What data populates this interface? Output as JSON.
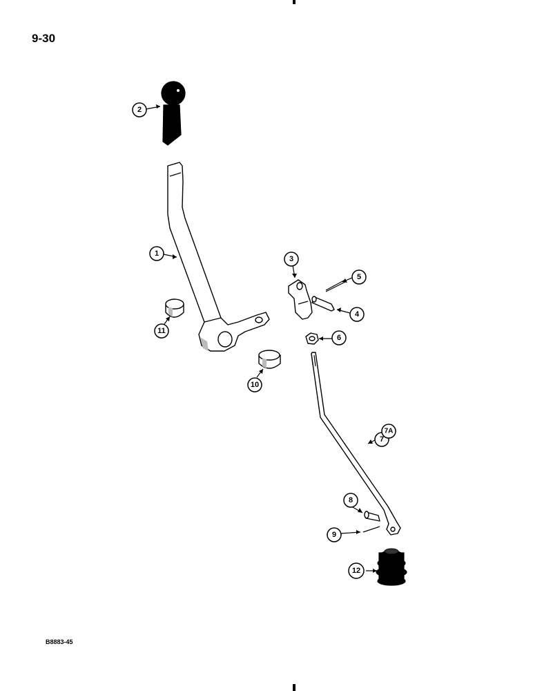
{
  "page": {
    "page_number": "9-30",
    "figure_code": "B8883-45"
  },
  "callouts": [
    {
      "id": "1",
      "label": "1"
    },
    {
      "id": "2",
      "label": "2"
    },
    {
      "id": "3",
      "label": "3"
    },
    {
      "id": "4",
      "label": "4"
    },
    {
      "id": "5",
      "label": "5"
    },
    {
      "id": "6",
      "label": "6"
    },
    {
      "id": "7",
      "label": "7"
    },
    {
      "id": "7A",
      "label": "7A"
    },
    {
      "id": "8",
      "label": "8"
    },
    {
      "id": "9",
      "label": "9"
    },
    {
      "id": "10",
      "label": "10"
    },
    {
      "id": "11",
      "label": "11"
    },
    {
      "id": "12",
      "label": "12"
    }
  ]
}
